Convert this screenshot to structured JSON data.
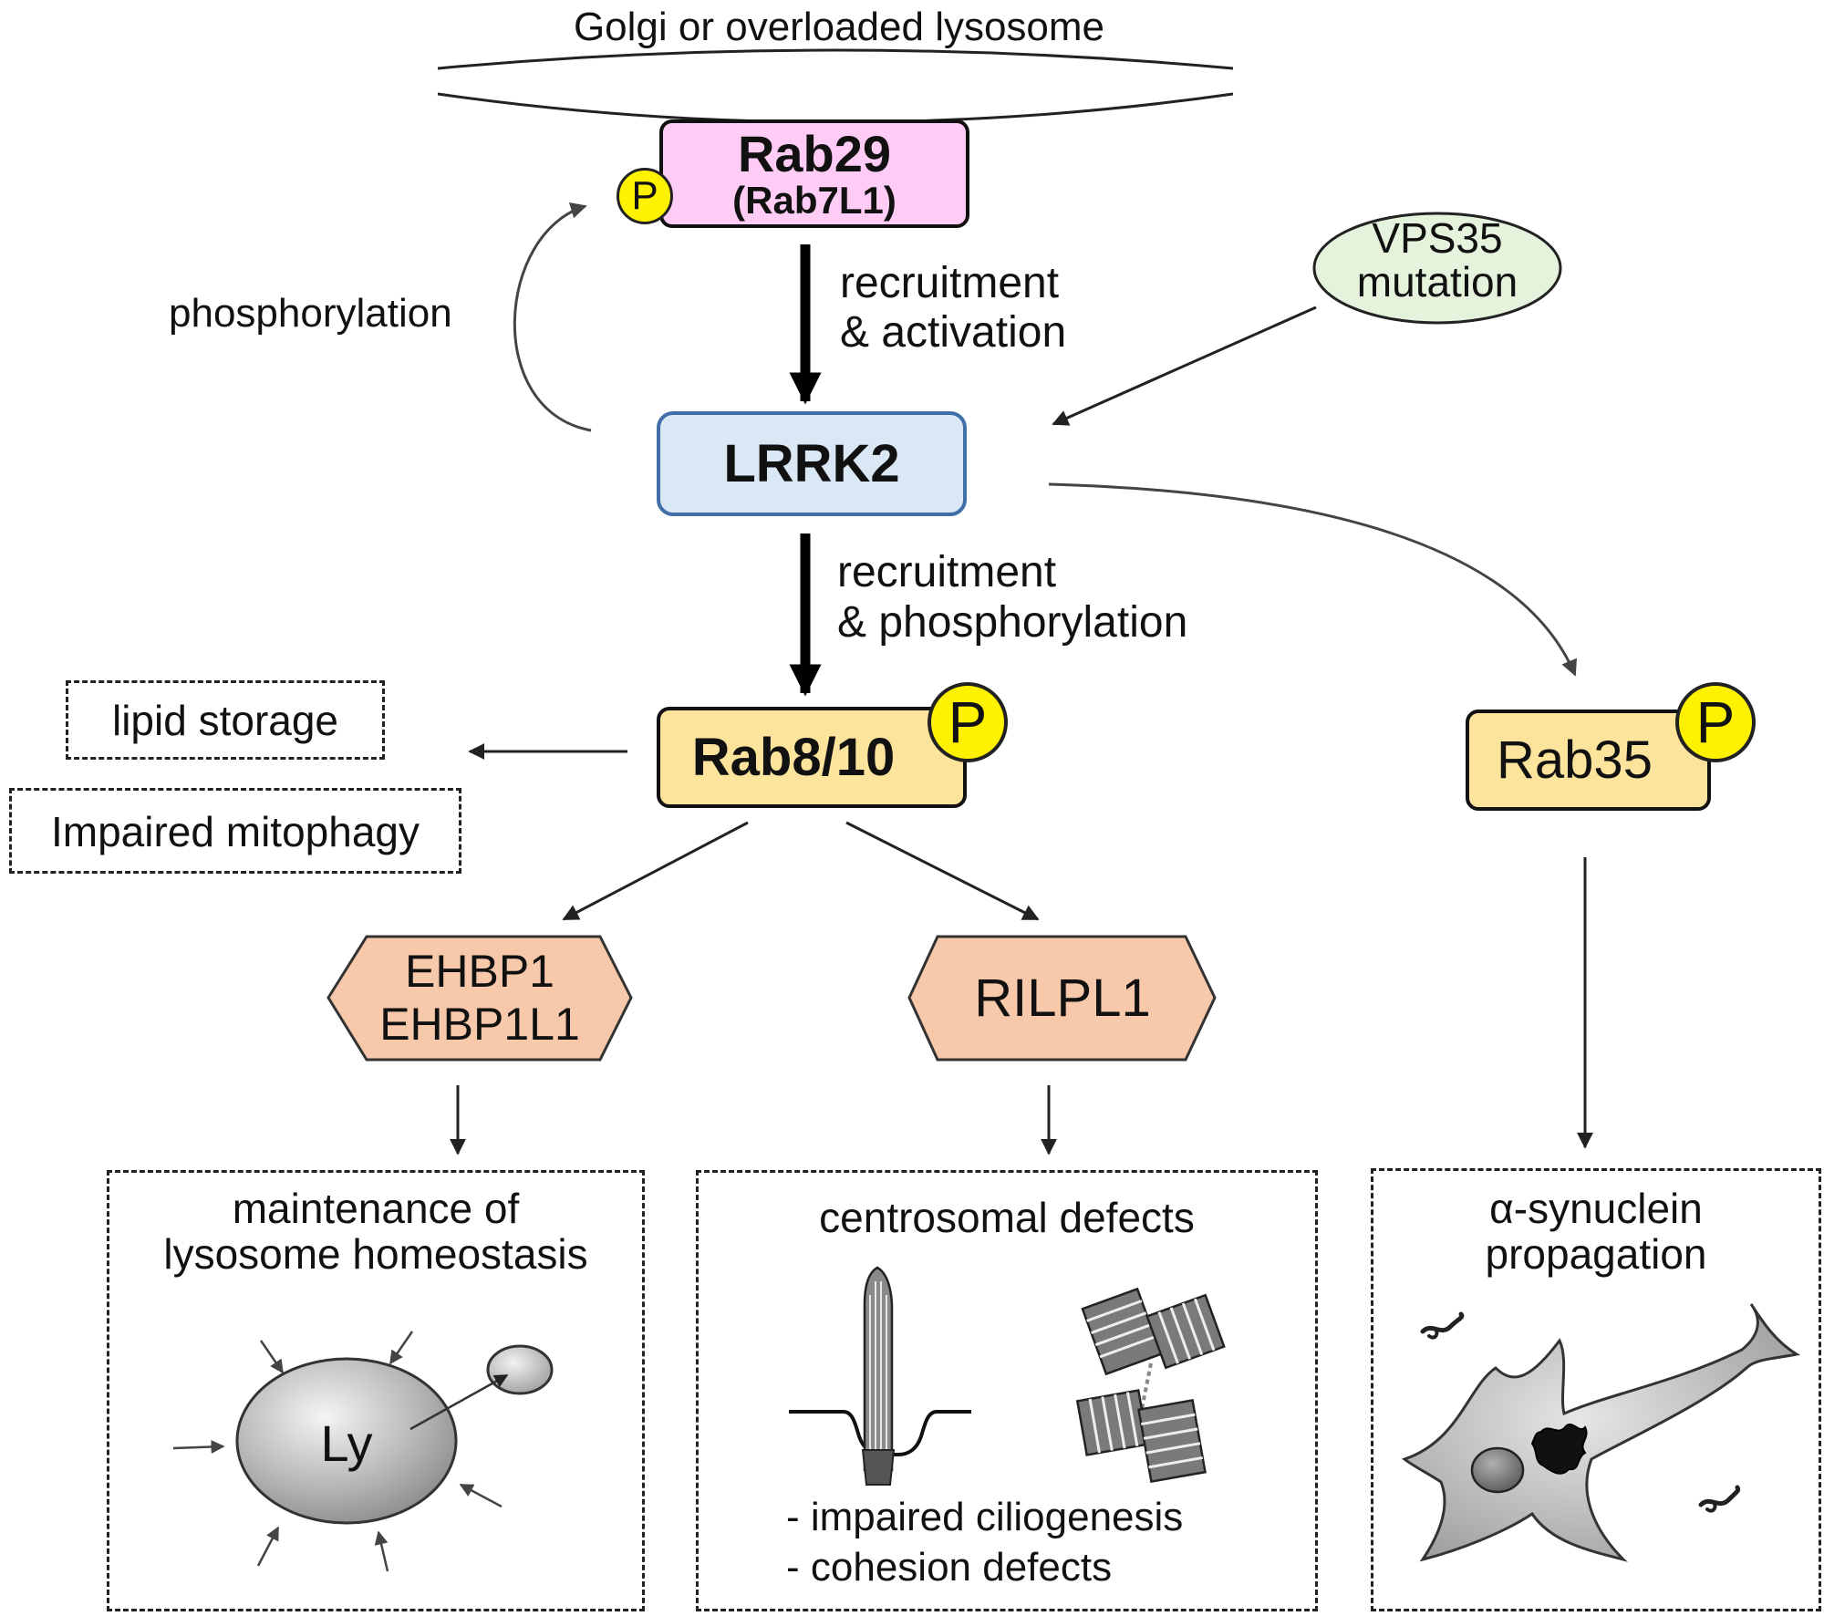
{
  "membrane_label": "Golgi or overloaded lysosome",
  "rab29": {
    "name": "Rab29",
    "alias": "(Rab7L1)",
    "phospho": "P"
  },
  "phosphorylation_label": "phosphorylation",
  "edge_recruit_activation": {
    "line1": "recruitment",
    "line2": "& activation"
  },
  "vps35": {
    "line1": "VPS35",
    "line2": "mutation"
  },
  "lrrk2": {
    "name": "LRRK2"
  },
  "edge_recruit_phospho": {
    "line1": "recruitment",
    "line2": "& phosphorylation"
  },
  "rab8_10": {
    "name": "Rab8/10",
    "phospho": "P"
  },
  "rab35": {
    "name": "Rab35",
    "phospho": "P"
  },
  "outcomes_left": {
    "lipid": "lipid storage",
    "mitophagy": "Impaired mitophagy"
  },
  "ehbp1": {
    "line1": "EHBP1",
    "line2": "EHBP1L1"
  },
  "rilpl1": {
    "name": "RILPL1"
  },
  "lysosome_box": {
    "line1": "maintenance of",
    "line2": "lysosome homeostasis",
    "ly_label": "Ly"
  },
  "centrosome_box": {
    "title": "centrosomal defects",
    "item1": "- impaired ciliogenesis",
    "item2": "- cohesion defects"
  },
  "synuclein_box": {
    "line1": "α-synuclein",
    "line2": "propagation"
  },
  "colors": {
    "rab29_fill": "#ffccf5",
    "lrrk2_fill": "#dae8f6",
    "lrrk2_border": "#3f6ea8",
    "rab_fill": "#fde49c",
    "effector_fill": "#f7c8a9",
    "vps35_fill": "#e5f2dc",
    "phospho_fill": "#fff200"
  }
}
